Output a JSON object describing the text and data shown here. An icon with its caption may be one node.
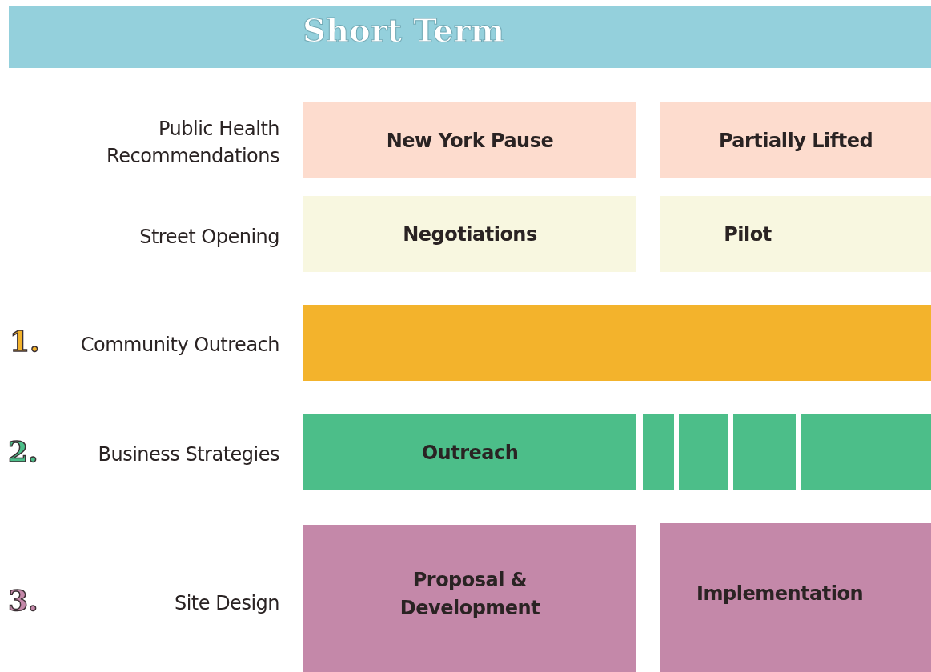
{
  "diagram": {
    "title": "Short Term",
    "nodes": [
      {
        "text": [
          "New York Pause"
        ]
      },
      {
        "text": [
          "Partially Lifted"
        ]
      },
      {
        "text": [
          "Negotiations"
        ]
      },
      {
        "text": [
          "Pilot"
        ]
      },
      {
        "text": [],
        "shape": "bar"
      },
      {
        "text": [
          "Outreach"
        ]
      },
      {
        "text": [],
        "shape": "bar"
      },
      {
        "text": [],
        "shape": "bar"
      },
      {
        "text": [],
        "shape": "bar"
      },
      {
        "text": [],
        "shape": "bar"
      },
      {
        "text": [
          "Proposal & Development"
        ]
      },
      {
        "text": [
          "Implementation"
        ]
      }
    ],
    "edges": [],
    "labels": [
      "Public Health Recommendations",
      "Street Opening",
      "1.",
      "Community Outreach",
      "2.",
      "Business Strategies",
      "3.",
      "Site Design"
    ]
  }
}
